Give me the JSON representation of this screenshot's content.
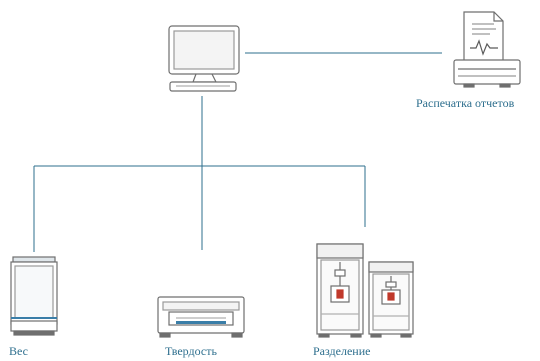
{
  "labels": {
    "printer": "Распечатка отчетов",
    "weight": "Вес",
    "hardness": "Твердость",
    "separation": "Разделение"
  },
  "icons": {
    "computer": "desktop-computer-icon",
    "printer": "report-printer-icon",
    "scale": "weight-balance-icon",
    "hardness_tester": "hardness-tester-icon",
    "separation_device": "separation-instrument-icon"
  },
  "colors": {
    "line": "#2e6f8e",
    "device_stroke": "#6f6f6f",
    "accent_blue": "#3a7ea8",
    "accent_red": "#c0392b"
  }
}
